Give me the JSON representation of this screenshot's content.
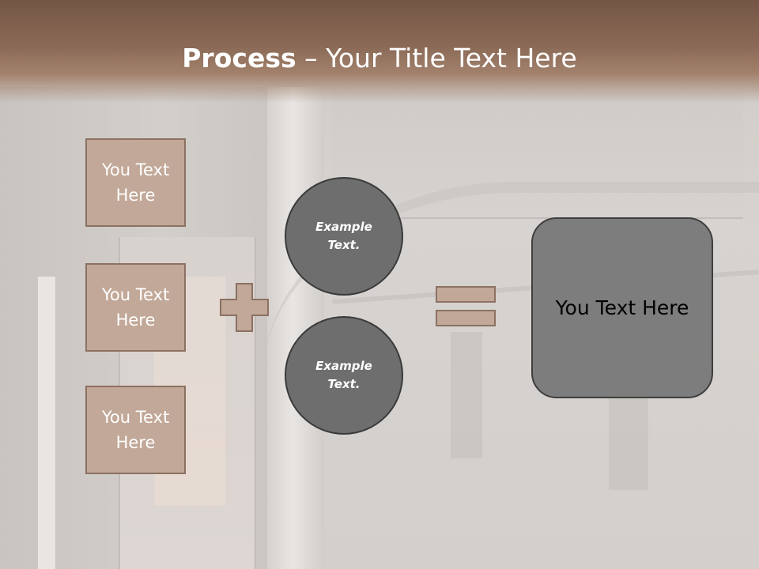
{
  "slide": {
    "title_strong": "Process",
    "title_rest": " – Your Title Text Here"
  },
  "left_boxes": [
    {
      "label": "You Text Here"
    },
    {
      "label": "You Text Here"
    },
    {
      "label": "You Text Here"
    }
  ],
  "circles": [
    {
      "label": "Example Text."
    },
    {
      "label": "Example Text."
    }
  ],
  "result": {
    "label": "You Text Here"
  },
  "colors": {
    "title_bar": "#8a6a56",
    "box_fill": "#c2a898",
    "box_border": "#8c7161",
    "circle_fill": "#6e6e6e",
    "result_fill": "#7d7d7d"
  },
  "icons": {
    "operator_1": "plus-icon",
    "operator_2": "equals-icon"
  }
}
